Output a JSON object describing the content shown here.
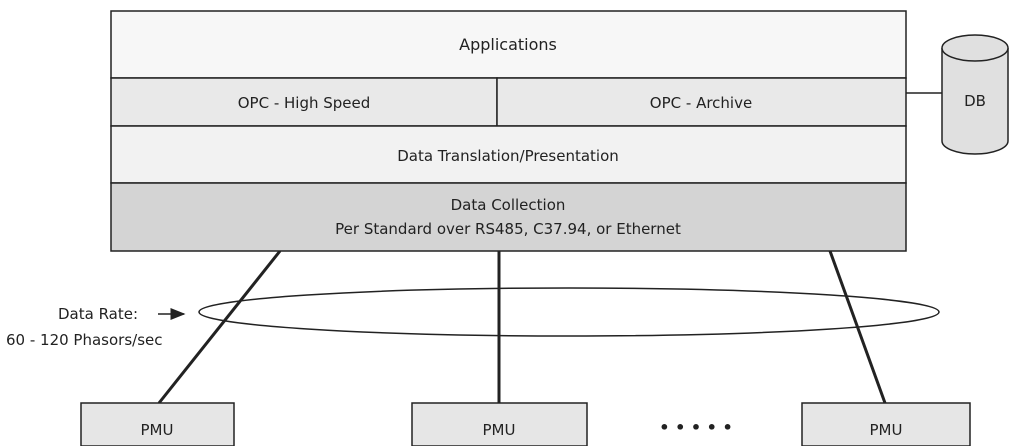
{
  "stack": {
    "applications": "Applications",
    "opc_high_speed": "OPC - High Speed",
    "opc_archive": "OPC - Archive",
    "translation": "Data Translation/Presentation",
    "collection_line1": "Data Collection",
    "collection_line2": "Per Standard over RS485, C37.94, or Ethernet"
  },
  "database": {
    "label": "DB"
  },
  "data_rate": {
    "line1": "Data Rate:",
    "line2": "60 - 120 Phasors/sec"
  },
  "pmus": [
    {
      "label": "PMU"
    },
    {
      "label": "PMU"
    },
    {
      "label": "PMU"
    }
  ],
  "ellipsis": "• • • • •",
  "colors": {
    "light_fill": "#f2f2f2",
    "mid_fill": "#e6e6e6",
    "dark_fill": "#d4d4d4",
    "stroke": "#222222"
  }
}
